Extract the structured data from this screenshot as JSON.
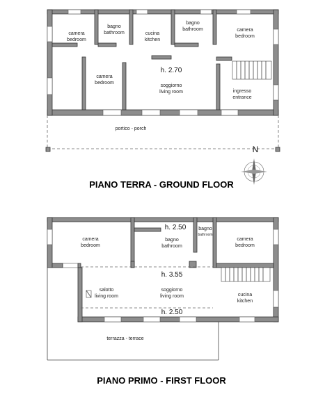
{
  "ground_floor": {
    "title": "PIANO TERRA - GROUND FLOOR",
    "height_label": "h. 2.70",
    "rooms": {
      "camera_left_it": "camera",
      "camera_left_en": "bedroom",
      "bagno_it": "bagno",
      "bagno_en": "bathroom",
      "cucina_it": "cucina",
      "cucina_en": "kitchen",
      "bagno2_it": "bagno",
      "bagno2_en": "bathroom",
      "camera_right_it": "camera",
      "camera_right_en": "bedroom",
      "camera_mid_it": "camera",
      "camera_mid_en": "bedroom",
      "soggiorno_it": "soggiorno",
      "soggiorno_en": "living room",
      "ingresso_it": "ingresso",
      "ingresso_en": "entrance",
      "porch": "portico - porch"
    },
    "compass": "N"
  },
  "first_floor": {
    "title": "PIANO PRIMO - FIRST FLOOR",
    "height_top": "h. 2.50",
    "height_mid": "h. 3.55",
    "height_bottom": "h. 2.50",
    "rooms": {
      "camera_left_it": "camera",
      "camera_left_en": "bedroom",
      "bagno_it": "bagno",
      "bagno_en": "bathroom",
      "bagno_small_it": "bagno",
      "bagno_small_en": "bathroom",
      "camera_right_it": "camera",
      "camera_right_en": "bedroom",
      "salotto_it": "salotto",
      "salotto_en": "living room",
      "soggiorno_it": "soggiorno",
      "soggiorno_en": "living room",
      "cucina_it": "cucina",
      "cucina_en": "kitchen",
      "terrace": "terrazza - terrace"
    }
  }
}
